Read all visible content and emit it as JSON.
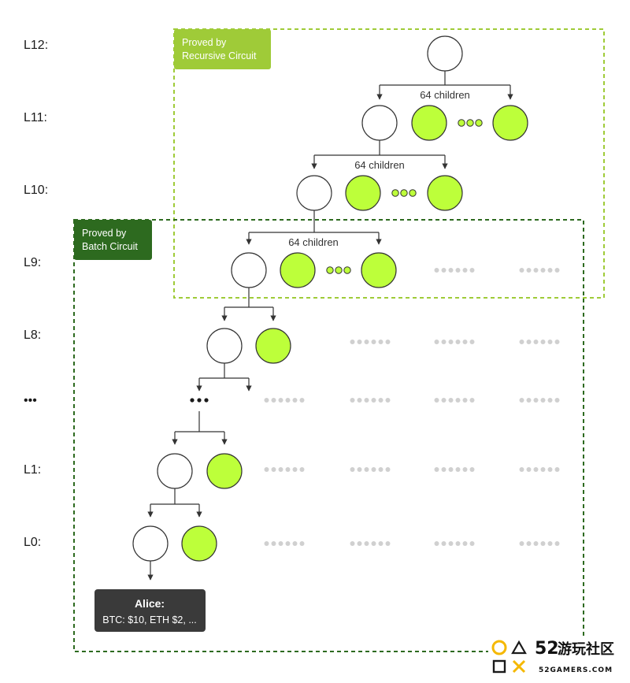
{
  "levels": [
    "L12:",
    "L11:",
    "L10:",
    "L9:",
    "L8:",
    "•••",
    "L1:",
    "L0:"
  ],
  "children_label": "64 children",
  "regions": {
    "recursive": {
      "label_line1": "Proved by",
      "label_line2": "Recursive Circuit"
    },
    "batch": {
      "label_line1": "Proved by",
      "label_line2": "Batch Circuit"
    }
  },
  "leaf_card": {
    "title": "Alice:",
    "detail": "BTC: $10, ETH $2, ..."
  },
  "watermark": {
    "number": "52",
    "chinese": "游玩社区",
    "domain": "52GAMERS.COM"
  },
  "colors": {
    "node_green": "#BDFF3A",
    "recursive_region": "#9FCB38",
    "batch_region": "#2D6A1F",
    "card_bg": "#3A3A3A",
    "ellipsis_grey": "#D0D0D0"
  }
}
